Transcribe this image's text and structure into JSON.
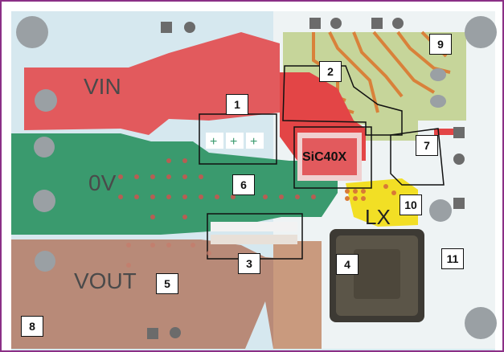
{
  "net_labels": {
    "vin": "VIN",
    "zero_v": "0V",
    "vout": "VOUT",
    "ic": "SiC40X",
    "lx": "LX"
  },
  "callouts": [
    "1",
    "2",
    "3",
    "4",
    "5",
    "6",
    "7",
    "8",
    "9",
    "10",
    "11"
  ],
  "colors": {
    "background": "#d6e8ef",
    "vin_pour": "#e25a5d",
    "ground_pour": "#3a9a6e",
    "vout_pour": "#b88a78",
    "lx_pour": "#f2df25",
    "signal_area": "#c6d59a",
    "trace": "#d9813a",
    "pads": "#6b6b6b",
    "frame": "#8b2f86"
  }
}
